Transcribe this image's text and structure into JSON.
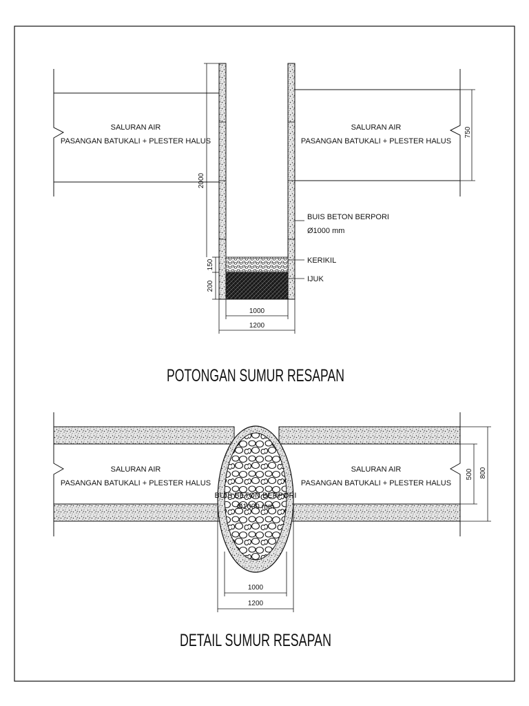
{
  "section": {
    "title": "POTONGAN SUMUR RESAPAN",
    "left_channel": {
      "line1": "SALURAN AIR",
      "line2": "PASANGAN BATUKALI + PLESTER HALUS"
    },
    "right_channel": {
      "line1": "SALURAN AIR",
      "line2": "PASANGAN BATUKALI + PLESTER HALUS"
    },
    "labels": {
      "buis_line1": "BUIS BETON BERPORI",
      "buis_line2": "Ø1000 mm",
      "kerikil": "KERIKIL",
      "ijuk": "IJUK"
    },
    "dims": {
      "height_total": "2000",
      "channel_height": "750",
      "kerikil": "150",
      "ijuk": "200",
      "inner": "1000",
      "outer": "1200"
    }
  },
  "detail": {
    "title": "DETAIL SUMUR RESAPAN",
    "left_channel": {
      "line1": "SALURAN AIR",
      "line2": "PASANGAN BATUKALI + PLESTER HALUS"
    },
    "right_channel": {
      "line1": "SALURAN AIR",
      "line2": "PASANGAN BATUKALI + PLESTER HALUS"
    },
    "center_label": {
      "line1": "BUIS BETON BERPORI",
      "line2": "Ø1000 mm"
    },
    "dims": {
      "inner_width": "500",
      "outer_width": "800",
      "inner": "1000",
      "outer": "1200"
    }
  },
  "colors": {
    "line": "#111111",
    "hatch": "#555555",
    "paper": "#ffffff"
  }
}
